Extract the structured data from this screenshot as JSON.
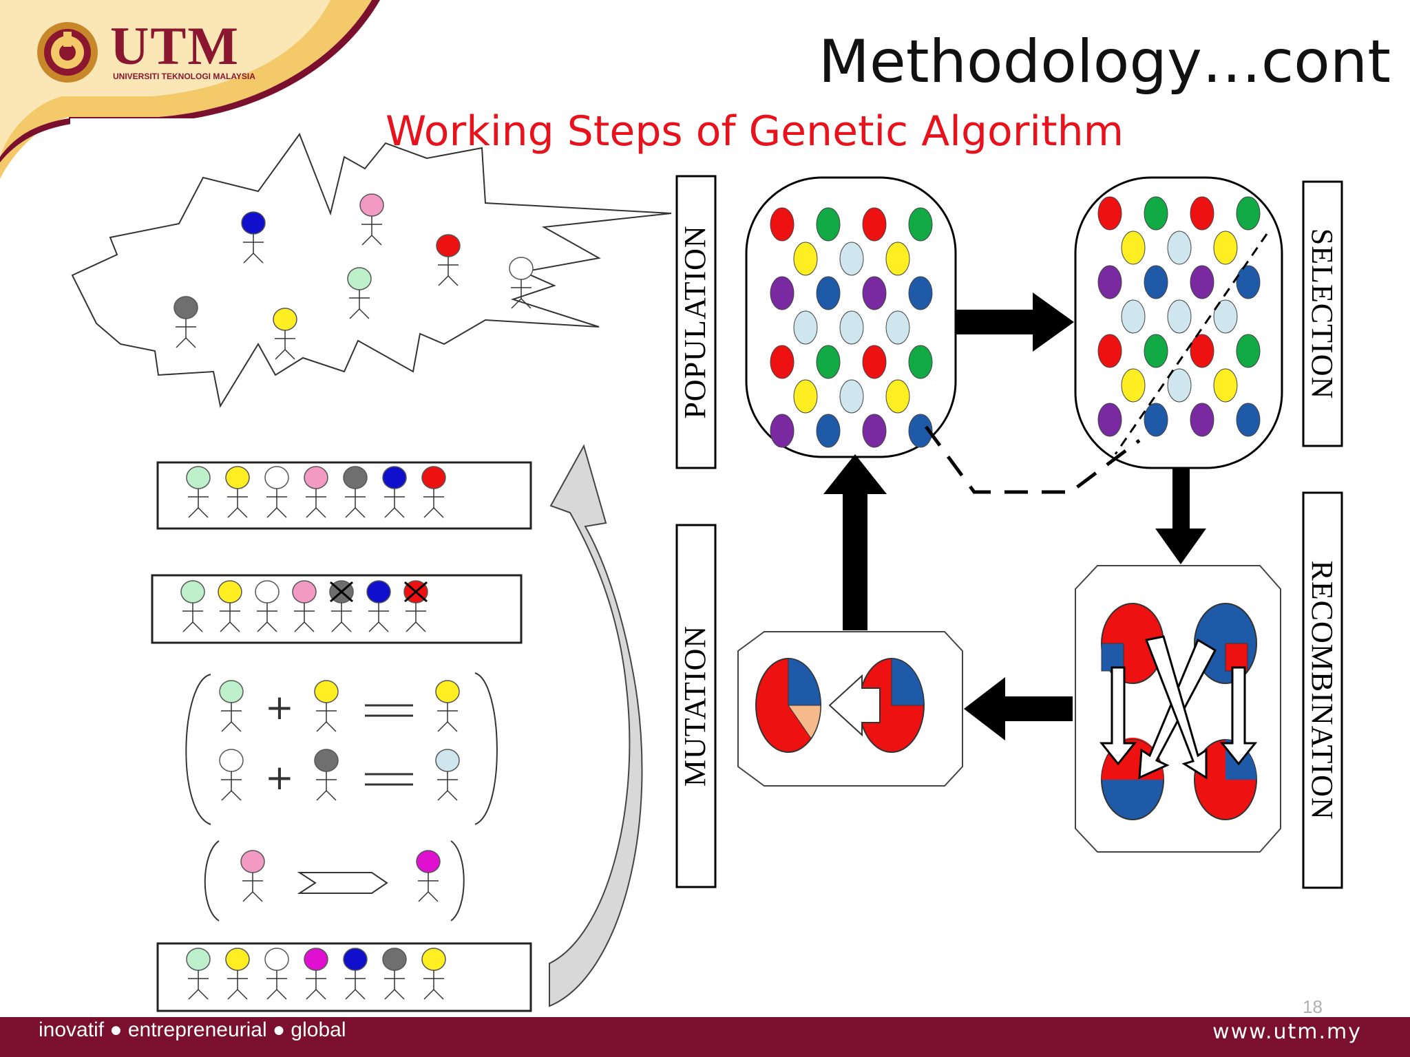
{
  "header": {
    "title": "Methodology…cont",
    "subtitle": "Working Steps of Genetic Algorithm",
    "logo_text": "UTM",
    "logo_subtext": "UNIVERSITI TEKNOLOGI MALAYSIA"
  },
  "diagram": {
    "stages": {
      "population": "POPULATION",
      "selection": "SELECTION",
      "recombination": "RECOMBINATION",
      "mutation": "MUTATION"
    },
    "colors": {
      "red": "#ee1111",
      "green": "#11aa44",
      "yellow": "#ffee22",
      "lightblue": "#cfe6ee",
      "purple": "#7a2aa0",
      "blue": "#1f5aa8",
      "gray": "#6f6f6f",
      "pink": "#f29ac4",
      "mint": "#bff0cc",
      "magenta": "#e010d0",
      "navy": "#1010cc"
    },
    "rows": {
      "initial": [
        "mint",
        "yellow",
        "white",
        "pink",
        "gray",
        "navy",
        "red"
      ],
      "after_selection": [
        "mint",
        "yellow",
        "white",
        "pink",
        "gray-x",
        "navy",
        "red-x"
      ],
      "new_generation": [
        "mint",
        "yellow",
        "white",
        "magenta",
        "navy",
        "gray",
        "yellow"
      ]
    }
  },
  "footer": {
    "tagline": "inovatif ● entrepreneurial ● global",
    "url": "www.utm.my",
    "page_number": "18"
  }
}
